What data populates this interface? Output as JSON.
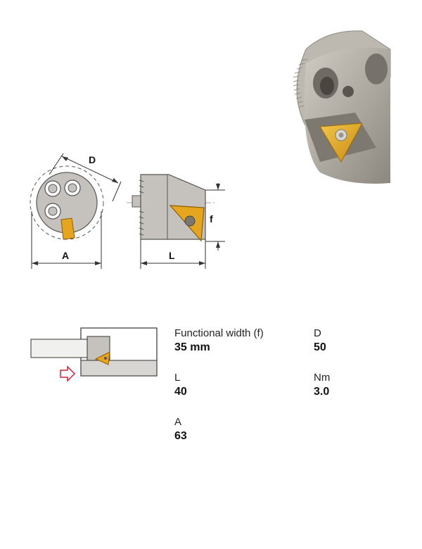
{
  "drawing": {
    "dim_D": "D",
    "dim_A": "A",
    "dim_L": "L",
    "dim_f": "f"
  },
  "specs": [
    {
      "label": "Functional width (f)",
      "value": "35 mm"
    },
    {
      "label": "D",
      "value": "50"
    },
    {
      "label": "L",
      "value": "40"
    },
    {
      "label": "Nm",
      "value": "3.0"
    },
    {
      "label": "A",
      "value": "63"
    }
  ],
  "colors": {
    "insert": "#e6a51f",
    "body_grey": "#b8b4ae",
    "feed_arrow": "#d0213a"
  }
}
